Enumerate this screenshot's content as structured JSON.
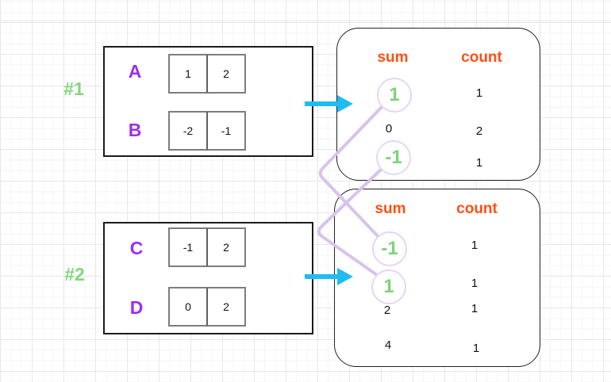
{
  "examples": [
    {
      "label": "#1",
      "arrays": [
        {
          "name": "A",
          "cells": [
            "1",
            "2"
          ]
        },
        {
          "name": "B",
          "cells": [
            "-2",
            "-1"
          ]
        }
      ],
      "table": {
        "sum_header": "sum",
        "count_header": "count",
        "rows": [
          {
            "sum": "1",
            "count": "1",
            "highlighted": true
          },
          {
            "sum": "0",
            "count": "2",
            "highlighted": false
          },
          {
            "sum": "-1",
            "count": "1",
            "highlighted": true
          }
        ]
      }
    },
    {
      "label": "#2",
      "arrays": [
        {
          "name": "C",
          "cells": [
            "-1",
            "2"
          ]
        },
        {
          "name": "D",
          "cells": [
            "0",
            "2"
          ]
        }
      ],
      "table": {
        "sum_header": "sum",
        "count_header": "count",
        "rows": [
          {
            "sum": "-1",
            "count": "1",
            "highlighted": true
          },
          {
            "sum": "1",
            "count": "1",
            "highlighted": true
          },
          {
            "sum": "2",
            "count": "1",
            "highlighted": false
          },
          {
            "sum": "4",
            "count": "1",
            "highlighted": false
          }
        ]
      }
    }
  ],
  "connections": [
    {
      "from": "example #1 sum 1",
      "to": "example #2 sum -1"
    },
    {
      "from": "example #1 sum -1",
      "to": "example #2 sum 1"
    }
  ],
  "colors": {
    "header_orange": "#ff5014",
    "highlight_green": "#7fd279",
    "label_green": "#82d77b",
    "array_purple": "#9b2ff0",
    "arrow_cyan": "#1fbcf2",
    "connector_lavender": "#d7c3eb"
  }
}
